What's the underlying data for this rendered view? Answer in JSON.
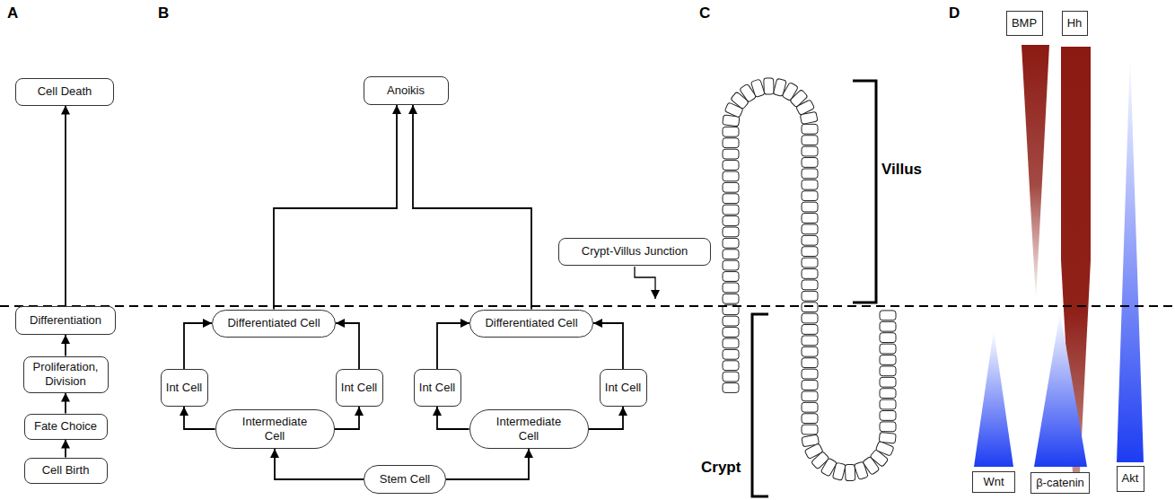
{
  "diagram": {
    "nodes": [
      {
        "text": [
          "Cell Death"
        ]
      },
      {
        "text": [
          "Differentiation"
        ]
      },
      {
        "text": [
          "Proliferation, Division"
        ]
      },
      {
        "text": [
          "Fate Choice"
        ]
      },
      {
        "text": [
          "Cell Birth"
        ]
      },
      {
        "text": [
          "Anoikis"
        ]
      },
      {
        "text": [
          "Differentiated Cell"
        ]
      },
      {
        "text": [
          "Differentiated Cell"
        ]
      },
      {
        "text": [
          "Int Cell"
        ]
      },
      {
        "text": [
          "Int Cell"
        ]
      },
      {
        "text": [
          "Int Cell"
        ]
      },
      {
        "text": [
          "Int Cell"
        ]
      },
      {
        "text": [
          "Intermediate Cell"
        ]
      },
      {
        "text": [
          "Intermediate Cell"
        ]
      },
      {
        "text": [
          "Stem Cell"
        ]
      },
      {
        "text": [
          "Crypt-Villus Junction"
        ]
      },
      {
        "text": [
          "BMP"
        ]
      },
      {
        "text": [
          "Hh"
        ]
      },
      {
        "text": [
          "Wnt"
        ]
      },
      {
        "text": [
          "β-catenin"
        ]
      },
      {
        "text": [
          "Akt"
        ]
      }
    ],
    "edges": [
      {
        "from": 4,
        "to": 3,
        "arrow": "to"
      },
      {
        "from": 3,
        "to": 2,
        "arrow": "to"
      },
      {
        "from": 2,
        "to": 1,
        "arrow": "to"
      },
      {
        "from": 1,
        "to": 0,
        "arrow": "to"
      },
      {
        "from": 14,
        "to": 12,
        "arrow": "to"
      },
      {
        "from": 14,
        "to": 13,
        "arrow": "to"
      },
      {
        "from": 12,
        "to": 8,
        "arrow": "to"
      },
      {
        "from": 12,
        "to": 9,
        "arrow": "to"
      },
      {
        "from": 8,
        "to": 6,
        "arrow": "to"
      },
      {
        "from": 9,
        "to": 6,
        "arrow": "to"
      },
      {
        "from": 13,
        "to": 10,
        "arrow": "to"
      },
      {
        "from": 13,
        "to": 11,
        "arrow": "to"
      },
      {
        "from": 10,
        "to": 7,
        "arrow": "to"
      },
      {
        "from": 11,
        "to": 7,
        "arrow": "to"
      },
      {
        "from": 6,
        "to": 5,
        "arrow": "to"
      },
      {
        "from": 7,
        "to": 5,
        "arrow": "to"
      }
    ],
    "labels": [
      "A",
      "B",
      "C",
      "D",
      "Villus",
      "Crypt"
    ]
  }
}
